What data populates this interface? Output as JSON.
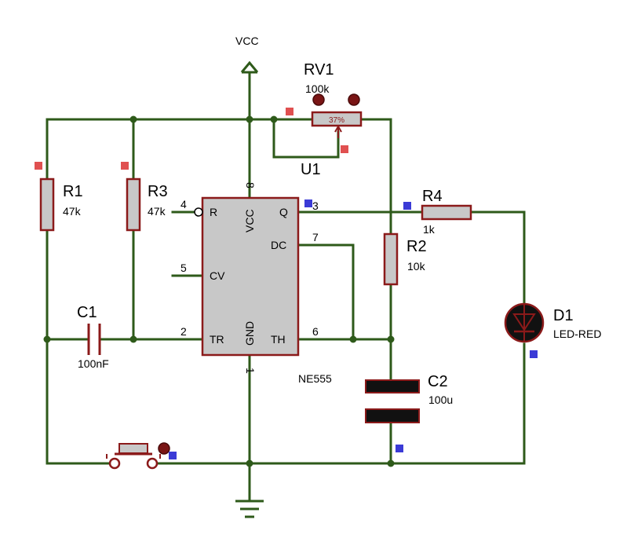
{
  "colors": {
    "wire": "#2e5a1a",
    "component_stroke": "#8b1a1a",
    "ic_fill": "#c8c8c8",
    "resistor_fill": "#c8c8c8",
    "capacitor_fill": "#111111",
    "pad_red": "#e05050",
    "pad_blue": "#3b3bd6",
    "led_fill": "#111111"
  },
  "power": {
    "vcc": "VCC"
  },
  "components": {
    "rv1": {
      "name": "RV1",
      "value": "100k",
      "percent": "37%"
    },
    "u1": {
      "name": "U1",
      "part": "NE555"
    },
    "r1": {
      "name": "R1",
      "value": "47k"
    },
    "r3": {
      "name": "R3",
      "value": "47k"
    },
    "r4": {
      "name": "R4",
      "value": "1k"
    },
    "r2": {
      "name": "R2",
      "value": "10k"
    },
    "c1": {
      "name": "C1",
      "value": "100nF"
    },
    "c2": {
      "name": "C2",
      "value": "100u"
    },
    "d1": {
      "name": "D1",
      "value": "LED-RED"
    }
  },
  "ic_pins": {
    "r": "R",
    "vcc": "VCC",
    "q": "Q",
    "dc": "DC",
    "cv": "CV",
    "tr": "TR",
    "gnd": "GND",
    "th": "TH"
  },
  "pin_numbers": {
    "p1": "1",
    "p2": "2",
    "p3": "3",
    "p4": "4",
    "p5": "5",
    "p6": "6",
    "p7": "7",
    "p8": "8"
  },
  "icons": [
    "vcc-arrow-icon",
    "ground-icon",
    "led-diode-icon",
    "pushbutton-icon"
  ]
}
